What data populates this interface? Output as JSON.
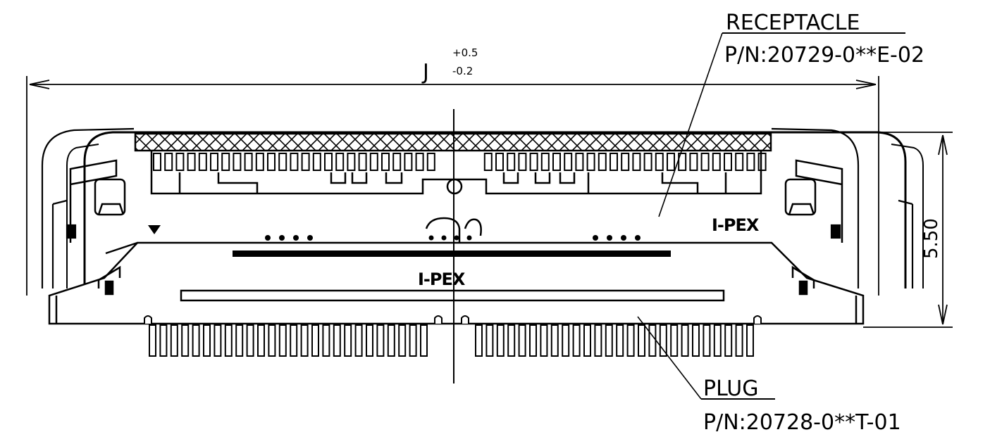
{
  "dimensions": {
    "width_label": "J",
    "width_tol_plus": "+0.5",
    "width_tol_minus": "-0.2",
    "height_label": "5.50"
  },
  "receptacle": {
    "title": "RECEPTACLE",
    "part_number": "P/N:20729-0**E-02",
    "logo_text": "I-PEX"
  },
  "plug": {
    "title": "PLUG",
    "part_number": "P/N:20728-0**T-01",
    "logo_text": "I-PEX"
  },
  "colors": {
    "ink": "#000000",
    "paper": "#ffffff"
  }
}
